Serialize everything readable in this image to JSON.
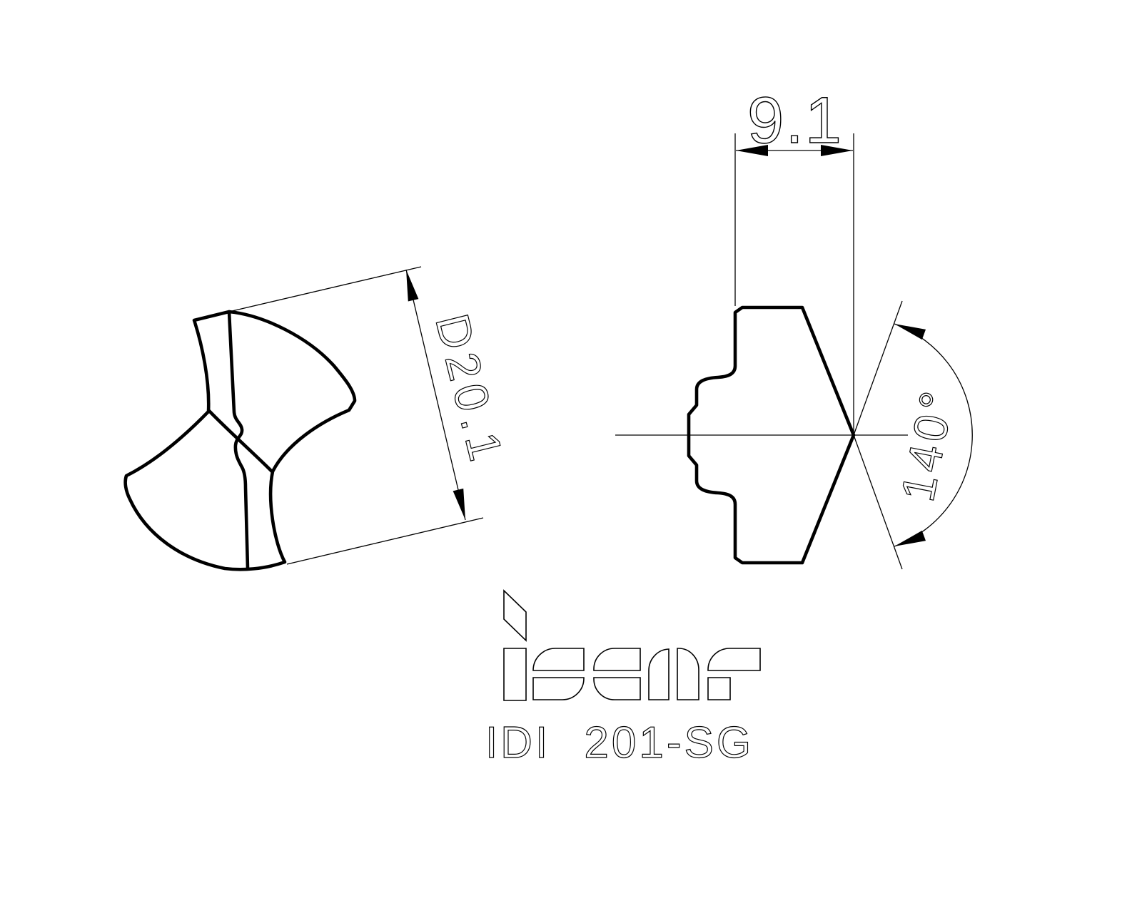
{
  "page": {
    "background_color": "#ffffff",
    "line_color": "#000000"
  },
  "drawing": {
    "type": "technical-drawing",
    "part_number": "IDI 201-SG",
    "brand_wordmark": "iscar",
    "views": {
      "front_view": "drill-insert-face",
      "side_view": "drill-insert-profile"
    },
    "dimensions": {
      "width_label": "9.1",
      "diameter_label": "D20.1",
      "angle_label": "140°"
    }
  }
}
